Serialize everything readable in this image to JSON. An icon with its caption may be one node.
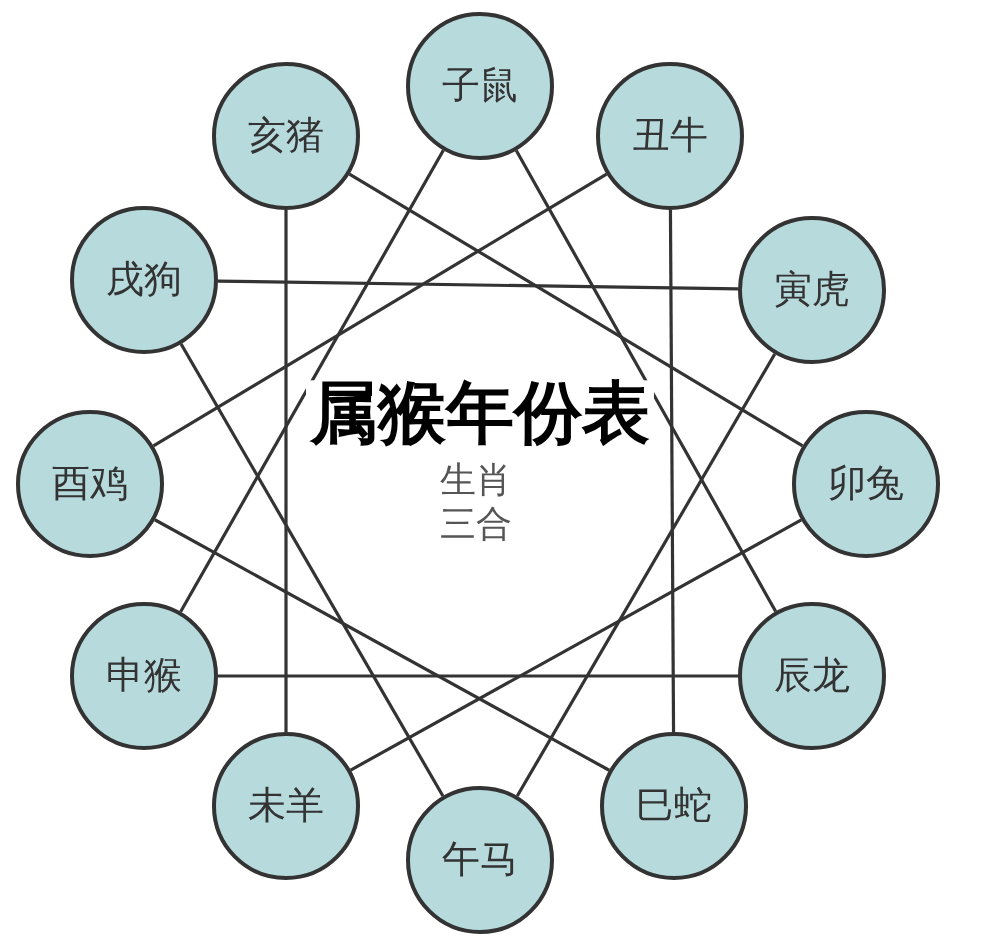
{
  "diagram": {
    "title": "属猴年份表",
    "nodes": [
      {
        "text": [
          "子鼠"
        ]
      },
      {
        "text": [
          "丑牛"
        ]
      },
      {
        "text": [
          "寅虎"
        ]
      },
      {
        "text": [
          "卯兔"
        ]
      },
      {
        "text": [
          "辰龙"
        ]
      },
      {
        "text": [
          "巳蛇"
        ]
      },
      {
        "text": [
          "午马"
        ]
      },
      {
        "text": [
          "未羊"
        ]
      },
      {
        "text": [
          "申猴"
        ]
      },
      {
        "text": [
          "酉鸡"
        ]
      },
      {
        "text": [
          "戌狗"
        ]
      },
      {
        "text": [
          "亥猪"
        ]
      }
    ],
    "edges": [
      {
        "from": 0,
        "to": 8,
        "arrow": "none"
      },
      {
        "from": 0,
        "to": 4,
        "arrow": "none"
      },
      {
        "from": 8,
        "to": 4,
        "arrow": "none"
      },
      {
        "from": 11,
        "to": 7,
        "arrow": "none"
      },
      {
        "from": 11,
        "to": 3,
        "arrow": "none"
      },
      {
        "from": 7,
        "to": 3,
        "arrow": "none"
      },
      {
        "from": 10,
        "to": 2,
        "arrow": "none"
      },
      {
        "from": 2,
        "to": 6,
        "arrow": "none"
      },
      {
        "from": 10,
        "to": 6,
        "arrow": "none"
      },
      {
        "from": 1,
        "to": 5,
        "arrow": "none"
      },
      {
        "from": 1,
        "to": 9,
        "arrow": "none"
      },
      {
        "from": 9,
        "to": 5,
        "arrow": "none"
      }
    ],
    "labels": [
      "生肖",
      "三合"
    ]
  }
}
